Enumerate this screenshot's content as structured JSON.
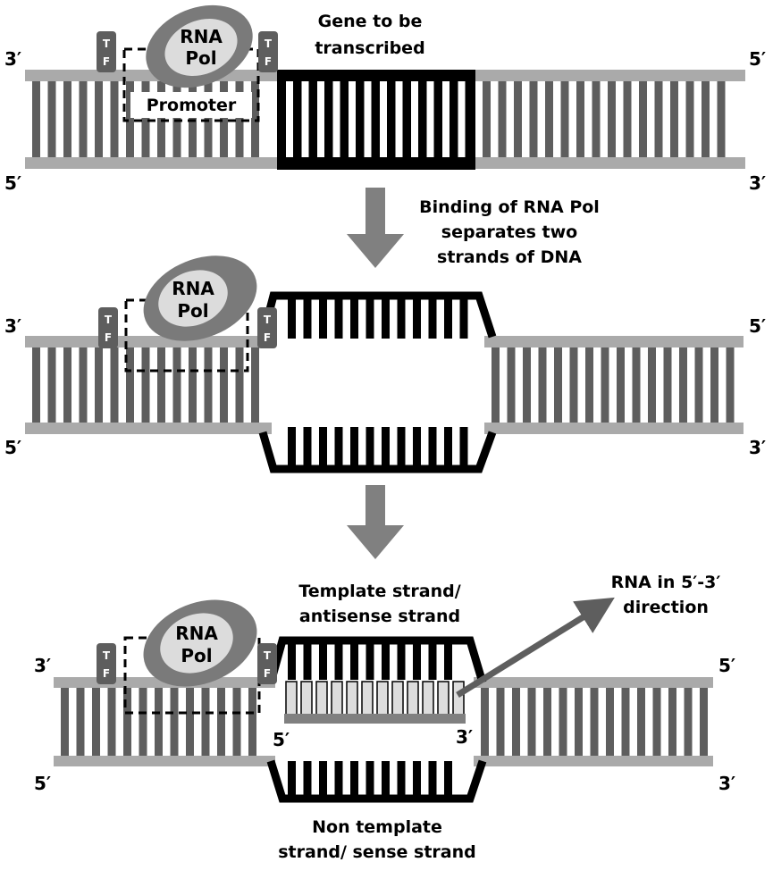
{
  "panel1": {
    "gene_label": [
      "Gene to be",
      "transcribed"
    ],
    "promoter_label": "Promoter",
    "rna_pol": [
      "RNA",
      "Pol"
    ],
    "tf_label": [
      "T",
      "F"
    ],
    "end_top_left": "3′",
    "end_top_right": "5′",
    "end_bottom_left": "5′",
    "end_bottom_right": "3′"
  },
  "step1": {
    "caption": [
      "Binding of RNA Pol",
      "separates two",
      "strands of DNA"
    ]
  },
  "panel2": {
    "rna_pol": [
      "RNA",
      "Pol"
    ],
    "tf_label": [
      "T",
      "F"
    ],
    "end_top_left": "3′",
    "end_top_right": "5′",
    "end_bottom_left": "5′",
    "end_bottom_right": "3′"
  },
  "panel3": {
    "template_label": [
      "Template strand/",
      "antisense strand"
    ],
    "rna_label": [
      "RNA in 5′-3′",
      "direction"
    ],
    "nontemplate_label": [
      "Non template",
      "strand/ sense strand"
    ],
    "rna_pol": [
      "RNA",
      "Pol"
    ],
    "tf_label": [
      "T",
      "F"
    ],
    "rna_start": "5′",
    "rna_end": "3′",
    "end_top_left": "3′",
    "end_top_right": "5′",
    "end_bottom_left": "5′",
    "end_bottom_right": "3′"
  },
  "colors": {
    "backbone": "#aaaaaa",
    "rung": "#5e5e5e",
    "gene": "#000000",
    "polymerase_outer": "#7a7a7a",
    "polymerase_inner": "#dcdcdc",
    "tf": "#5e5e5e",
    "arrow": "#808080",
    "rna_fill": "#dddddd"
  }
}
